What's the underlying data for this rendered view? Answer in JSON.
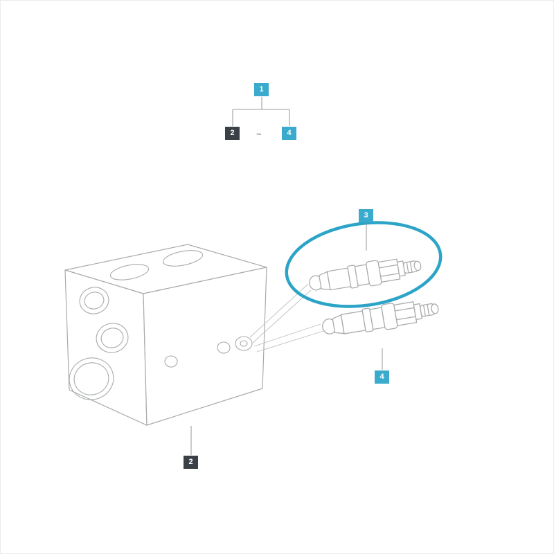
{
  "diagram": {
    "colors": {
      "accent_teal": "#3AABCD",
      "label_dark": "#3B4047",
      "line_gray": "#A8AAAC",
      "connector_gray": "#9C9EA0",
      "highlight_teal": "#2BA4C8"
    },
    "callouts": {
      "group": {
        "label": "1"
      },
      "range_from": {
        "label": "2"
      },
      "range_separator": "~",
      "range_to": {
        "label": "4"
      },
      "part_3": {
        "label": "3"
      },
      "part_4": {
        "label": "4"
      },
      "part_2": {
        "label": "2"
      }
    }
  }
}
